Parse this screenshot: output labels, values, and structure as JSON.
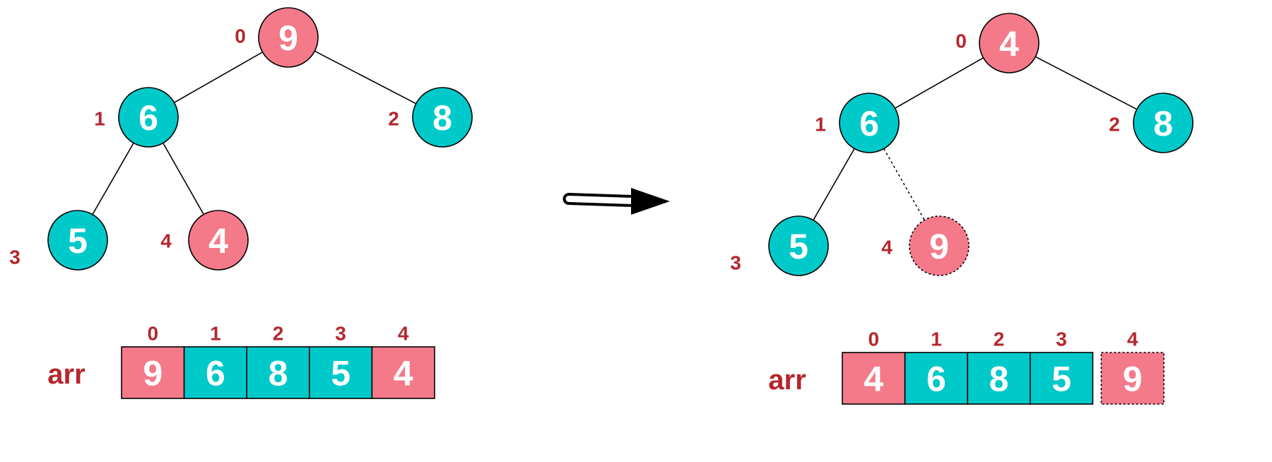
{
  "colors": {
    "pink": "#f47a8a",
    "teal": "#00c9c9",
    "index_red": "#b5262d",
    "value_text": "#ffffff",
    "outline": "#000000"
  },
  "left": {
    "nodes": [
      {
        "index": "0",
        "value": "9",
        "color": "pink",
        "style": "solid"
      },
      {
        "index": "1",
        "value": "6",
        "color": "teal",
        "style": "solid"
      },
      {
        "index": "2",
        "value": "8",
        "color": "teal",
        "style": "solid"
      },
      {
        "index": "3",
        "value": "5",
        "color": "teal",
        "style": "solid"
      },
      {
        "index": "4",
        "value": "4",
        "color": "pink",
        "style": "solid"
      }
    ],
    "edges": [
      {
        "from": 0,
        "to": 1,
        "style": "solid"
      },
      {
        "from": 0,
        "to": 2,
        "style": "solid"
      },
      {
        "from": 1,
        "to": 3,
        "style": "solid"
      },
      {
        "from": 1,
        "to": 4,
        "style": "solid"
      }
    ],
    "array": {
      "label": "arr",
      "indices": [
        "0",
        "1",
        "2",
        "3",
        "4"
      ],
      "cells": [
        {
          "value": "9",
          "color": "pink",
          "style": "solid"
        },
        {
          "value": "6",
          "color": "teal",
          "style": "solid"
        },
        {
          "value": "8",
          "color": "teal",
          "style": "solid"
        },
        {
          "value": "5",
          "color": "teal",
          "style": "solid"
        },
        {
          "value": "4",
          "color": "pink",
          "style": "solid"
        }
      ]
    }
  },
  "right": {
    "nodes": [
      {
        "index": "0",
        "value": "4",
        "color": "pink",
        "style": "solid"
      },
      {
        "index": "1",
        "value": "6",
        "color": "teal",
        "style": "solid"
      },
      {
        "index": "2",
        "value": "8",
        "color": "teal",
        "style": "solid"
      },
      {
        "index": "3",
        "value": "5",
        "color": "teal",
        "style": "solid"
      },
      {
        "index": "4",
        "value": "9",
        "color": "pink",
        "style": "dotted"
      }
    ],
    "edges": [
      {
        "from": 0,
        "to": 1,
        "style": "solid"
      },
      {
        "from": 0,
        "to": 2,
        "style": "solid"
      },
      {
        "from": 1,
        "to": 3,
        "style": "solid"
      },
      {
        "from": 1,
        "to": 4,
        "style": "dotted"
      }
    ],
    "array": {
      "label": "arr",
      "indices": [
        "0",
        "1",
        "2",
        "3",
        "4"
      ],
      "cells": [
        {
          "value": "4",
          "color": "pink",
          "style": "solid"
        },
        {
          "value": "6",
          "color": "teal",
          "style": "solid"
        },
        {
          "value": "8",
          "color": "teal",
          "style": "solid"
        },
        {
          "value": "5",
          "color": "teal",
          "style": "solid"
        },
        {
          "value": "9",
          "color": "pink",
          "style": "dotted"
        }
      ]
    }
  },
  "transition_icon": "hollow-arrow-right-icon"
}
